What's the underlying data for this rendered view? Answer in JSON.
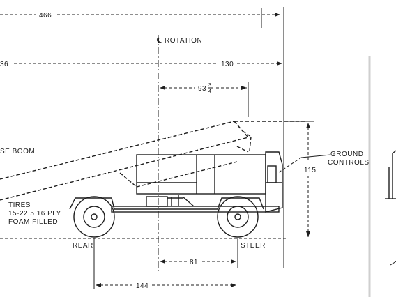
{
  "labels": {
    "dim_overall": "466",
    "rotation": "ROTATION",
    "dim_left": "36",
    "dim_130": "130",
    "dim_93": "93",
    "frac_num": "3",
    "frac_den": "4",
    "boom": "SE BOOM",
    "ground_controls_1": "GROUND",
    "ground_controls_2": "CONTROLS",
    "dim_115": "115",
    "tires_1": "TIRES",
    "tires_2": "15-22.5 16 PLY",
    "tires_3": "FOAM FILLED",
    "rear": "REAR",
    "steer": "STEER",
    "dim_81": "81",
    "dim_144": "144"
  }
}
